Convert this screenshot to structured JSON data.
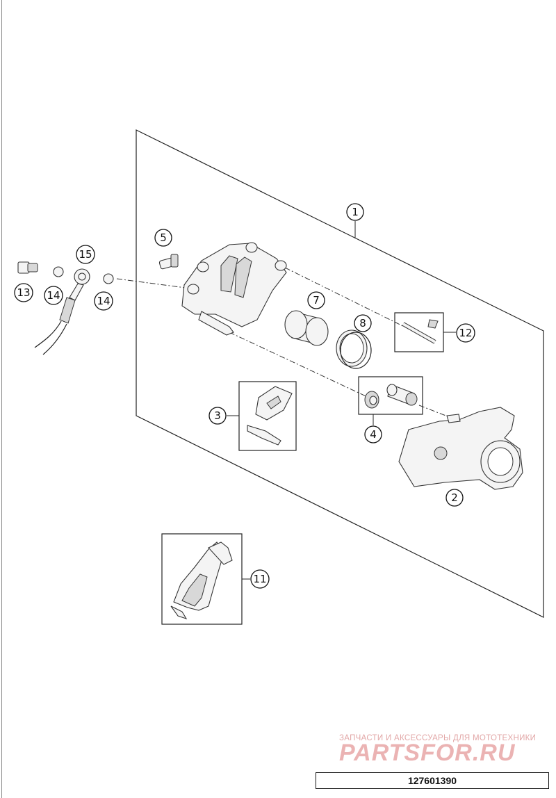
{
  "diagram": {
    "callouts": [
      "1",
      "2",
      "3",
      "4",
      "5",
      "7",
      "8",
      "11",
      "12",
      "13",
      "14",
      "14",
      "15"
    ]
  },
  "watermark": {
    "caption": "ЗАПЧАСТИ И АКСЕССУАРЫ ДЛЯ МОТОТЕХНИКИ",
    "logo": "PARTSFOR.RU"
  },
  "drawing_number": "127601390",
  "colors": {
    "line": "#222222",
    "watermark": "#e2a7a7"
  }
}
